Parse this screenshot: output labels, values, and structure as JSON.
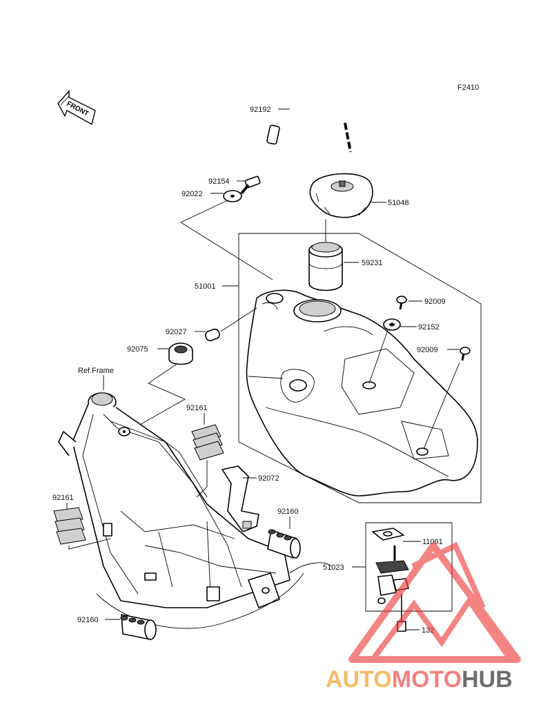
{
  "figure_code": "F2410",
  "front_badge": "FRONT",
  "ref_frame": "Ref.Frame",
  "parts": {
    "p92192": "92192",
    "p92154": "92154",
    "p92022": "92022",
    "p51048": "51048",
    "p59231": "59231",
    "p51001": "51001",
    "p92009a": "92009",
    "p92152": "92152",
    "p92027": "92027",
    "p92009b": "92009",
    "p92075": "92075",
    "p92161a": "92161",
    "p92072": "92072",
    "p92161b": "92161",
    "p92160a": "92160",
    "p11061": "11061",
    "p51023": "51023",
    "p132": "132",
    "p92160b": "92160"
  },
  "watermark": {
    "part1": "AUTO",
    "part2": "MOTO",
    "part3": "HUB",
    "color1": "#f5b04a",
    "color2": "#f26b6b",
    "color3": "#555555",
    "logo_color": "#ee3333"
  }
}
